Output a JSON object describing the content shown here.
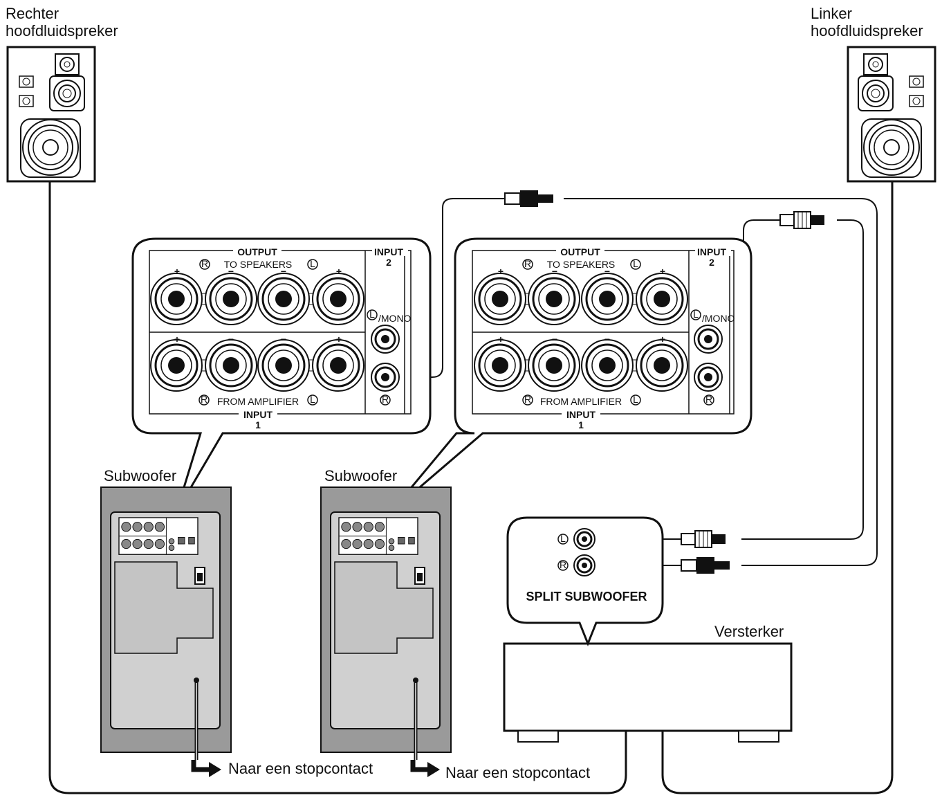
{
  "speakers": {
    "right_label_line1": "Rechter",
    "right_label_line2": "hoofdluidspreker",
    "left_label_line1": "Linker",
    "left_label_line2": "hoofdluidspreker"
  },
  "subwoofers": {
    "left_label": "Subwoofer",
    "right_label": "Subwoofer"
  },
  "panel": {
    "output": "OUTPUT",
    "to_speakers": "TO SPEAKERS",
    "from_amplifier": "FROM AMPLIFIER",
    "input1_word": "INPUT",
    "input1_num": "1",
    "input2_word": "INPUT",
    "input2_num": "2",
    "mono": "/MONO",
    "plus": "+",
    "minus": "−",
    "r": "R",
    "l": "L"
  },
  "amplifier": {
    "label": "Versterker",
    "split_subwoofer": "SPLIT SUBWOOFER",
    "r": "R",
    "l": "L"
  },
  "power": {
    "left_text": "Naar een stopcontact",
    "right_text": "Naar een stopcontact"
  },
  "colors": {
    "line": "#111111",
    "panel_fill": "#ffffff",
    "subwoofer_outer": "#9a9a9a",
    "subwoofer_inner": "#cfcfcf"
  }
}
